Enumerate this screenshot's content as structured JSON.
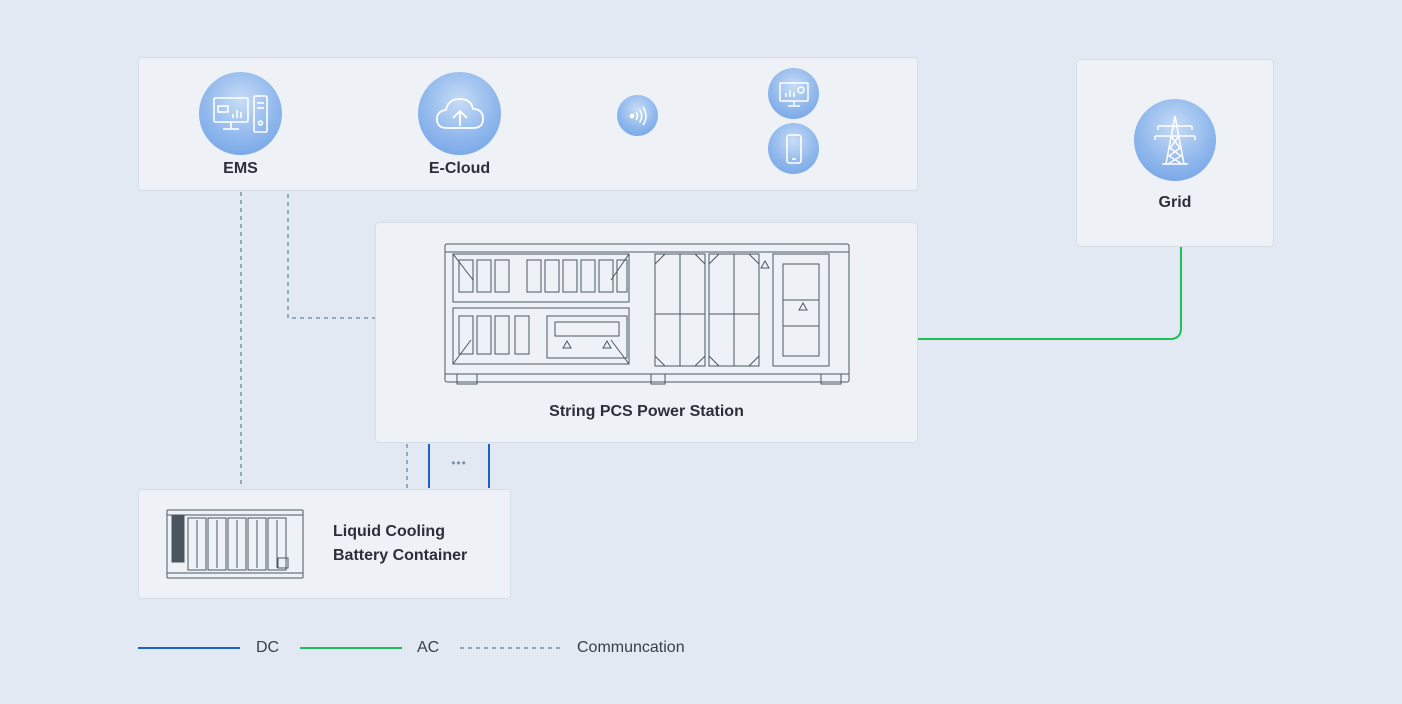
{
  "nodes": {
    "ems": {
      "label": "EMS"
    },
    "ecloud": {
      "label": "E-Cloud"
    },
    "grid": {
      "label": "Grid"
    },
    "pcs": {
      "label": "String PCS Power Station"
    },
    "battery": {
      "label_line1": "Liquid Cooling",
      "label_line2": "Battery Container"
    }
  },
  "ellipsis": "•••",
  "legend": {
    "dc": "DC",
    "ac": "AC",
    "comm": "Communcation"
  },
  "colors": {
    "dc": "#1f5fc8",
    "ac": "#1fbf5a",
    "comm": "#7c93ad",
    "icon_circle": "#8fb7ec"
  },
  "icons": {
    "ems": "monitor-server-icon",
    "ecloud": "cloud-upload-icon",
    "wireless": "wireless-signal-icon",
    "monitor": "monitor-chart-icon",
    "phone": "smartphone-icon",
    "grid": "transmission-tower-icon"
  }
}
